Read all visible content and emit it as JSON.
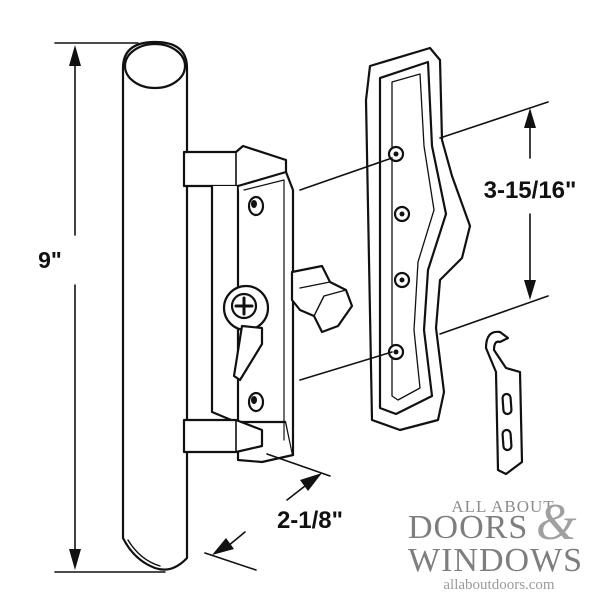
{
  "dimensions": {
    "height": "9\"",
    "spacing": "3-15/16\"",
    "depth": "2-1/8\""
  },
  "watermark": {
    "line1": "ALL ABOUT",
    "brand1": "DOORS",
    "ampersand": "&",
    "brand2": "WINDOWS",
    "url": "allaboutdoors.com"
  }
}
